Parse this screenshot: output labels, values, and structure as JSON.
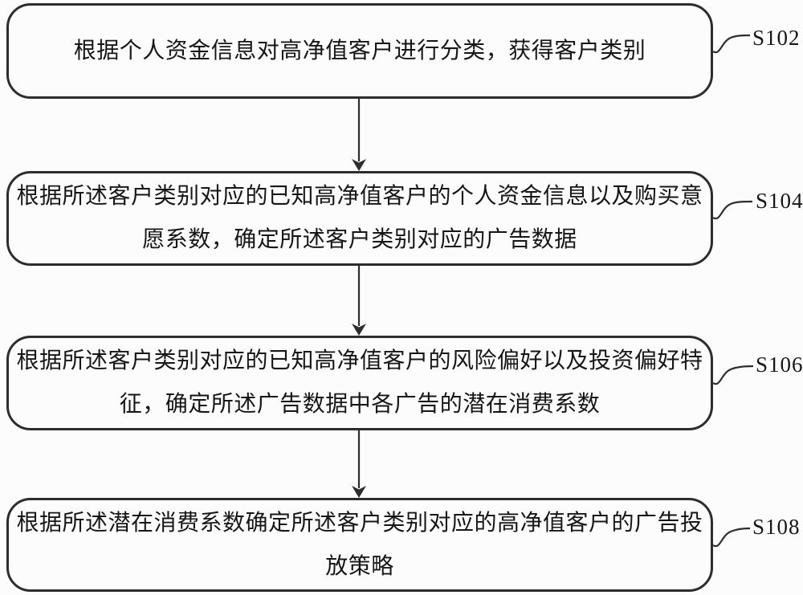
{
  "figure": {
    "type": "flowchart",
    "background_color": "#fcfcfc",
    "line_color": "#2d2d2d",
    "text_color": "#161616"
  },
  "steps": [
    {
      "id": "S102",
      "text": "根据个人资金信息对高净值客户进行分类，获得客户类别",
      "lines": [
        "根据个人资金信息对高净值客户进行分类，获得客户类别"
      ]
    },
    {
      "id": "S104",
      "text": "根据所述客户类别对应的已知高净值客户的个人资金信息以及购买意愿系数，确定所述客户类别对应的广告数据",
      "lines": [
        "根据所述客户类别对应的已知高净值客户的个人资金信息以及购买意",
        "愿系数，确定所述客户类别对应的广告数据"
      ]
    },
    {
      "id": "S106",
      "text": "根据所述客户类别对应的已知高净值客户的风险偏好以及投资偏好特征，确定所述广告数据中各广告的潜在消费系数",
      "lines": [
        "根据所述客户类别对应的已知高净值客户的风险偏好以及投资偏好特",
        "征，确定所述广告数据中各广告的潜在消费系数"
      ]
    },
    {
      "id": "S108",
      "text": "根据所述潜在消费系数确定所述客户类别对应的高净值客户的广告投放策略",
      "lines": [
        "根据所述潜在消费系数确定所述客户类别对应的高净值客户的广告投",
        "放策略"
      ]
    }
  ]
}
